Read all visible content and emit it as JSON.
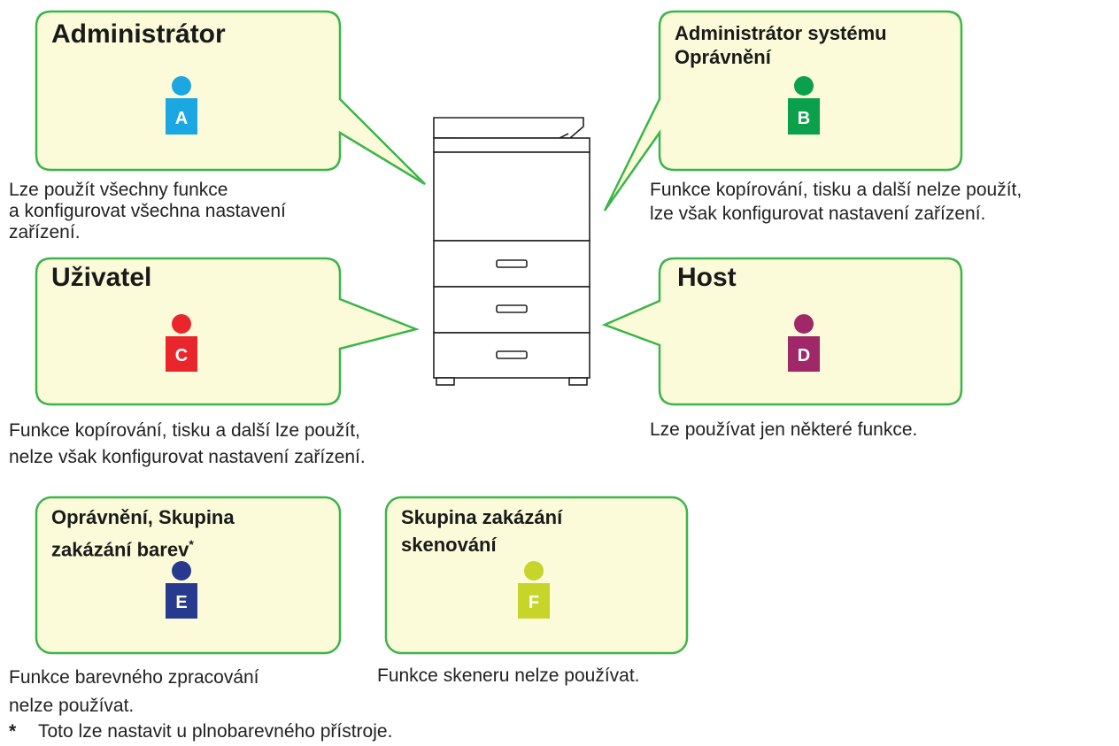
{
  "colors": {
    "bubble_fill": "#fbfbd9",
    "bubble_stroke": "#3cb54a",
    "user_A": "#1aa7e2",
    "user_B": "#0ba14b",
    "user_C": "#e8262b",
    "user_D": "#a02768",
    "user_E": "#283a8e",
    "user_F": "#c7d52a"
  },
  "roles": {
    "admin": {
      "title": "Administrátor",
      "letter": "A",
      "desc": [
        "Lze použít všechny funkce",
        "a konfigurovat všechna nastavení",
        "zařízení."
      ]
    },
    "sysadmin": {
      "title_line1": "Administrátor systému",
      "title_line2": "Oprávnění",
      "letter": "B",
      "desc": [
        "Funkce kopírování, tisku a další nelze použít,",
        "lze však konfigurovat nastavení zařízení."
      ]
    },
    "user": {
      "title": "Uživatel",
      "letter": "C",
      "desc": [
        "Funkce kopírování, tisku a další lze použít,",
        "nelze však konfigurovat nastavení zařízení."
      ]
    },
    "host": {
      "title": "Host",
      "letter": "D",
      "desc": [
        "Lze používat jen některé funkce."
      ]
    },
    "color": {
      "title_line1": "Oprávnění, Skupina",
      "title_line2": "zakázání barev",
      "mark": "*",
      "letter": "E",
      "desc": [
        "Funkce barevného zpracování",
        "nelze používat."
      ]
    },
    "scan": {
      "title_line1": "Skupina zakázání",
      "title_line2": "skenování",
      "letter": "F",
      "desc": [
        "Funkce skeneru nelze používat."
      ]
    }
  },
  "footnote": {
    "mark": "*",
    "text": "Toto lze nastavit u plnobarevného přístroje."
  }
}
